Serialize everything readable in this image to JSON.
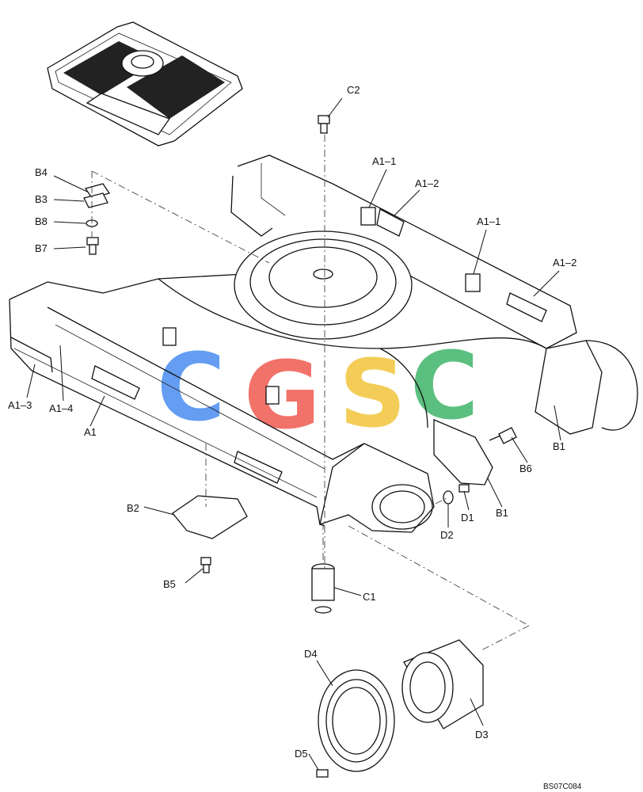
{
  "diagram": {
    "labels": {
      "A1": "A1",
      "A1_1a": "A1–1",
      "A1_2a": "A1–2",
      "A1_1b": "A1–1",
      "A1_2b": "A1–2",
      "A1_3": "A1–3",
      "A1_4": "A1–4",
      "B1a": "B1",
      "B1b": "B1",
      "B2": "B2",
      "B3": "B3",
      "B4": "B4",
      "B5": "B5",
      "B6": "B6",
      "B7": "B7",
      "B8": "B8",
      "C1": "C1",
      "C2": "C2",
      "D1": "D1",
      "D2": "D2",
      "D3": "D3",
      "D4": "D4",
      "D5": "D5"
    },
    "drawing_code": "BS07C084",
    "watermark": {
      "letters": [
        "C",
        "G",
        "S",
        "C"
      ],
      "colors": [
        "#4a8cf0",
        "#ef5a50",
        "#f2c53a",
        "#3fb56a"
      ]
    }
  }
}
